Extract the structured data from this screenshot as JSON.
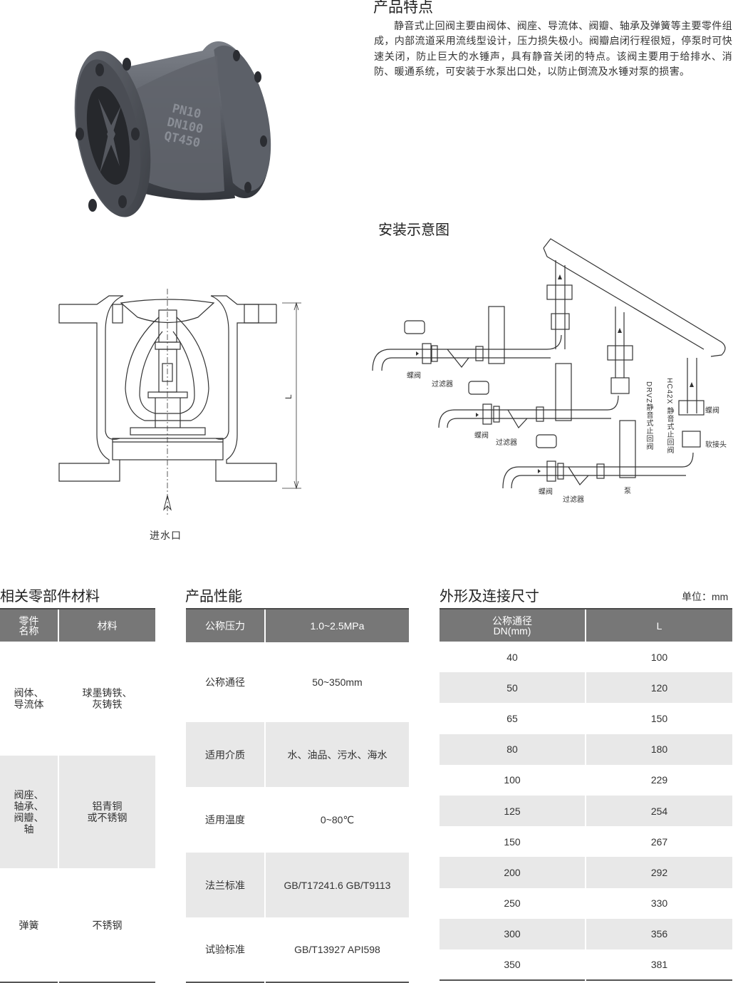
{
  "features": {
    "title": "产品特点",
    "body": "静音式止回阀主要由阀体、阀座、导流体、阀瓣、轴承及弹簧等主要零件组成，内部流道采用流线型设计，压力损失极小。阀瓣启闭行程很短，停泵时可快速关闭，防止巨大的水锤声，具有静音关闭的特点。该阀主要用于给排水、消防、暖通系统，可安装于水泵出口处，以防止倒流及水锤对泵的损害。"
  },
  "photo": {
    "body_marking_1": "PN10",
    "body_marking_2": "DN100",
    "body_marking_3": "QT450"
  },
  "section": {
    "dim_label": "L",
    "inlet_label": "进水口"
  },
  "install": {
    "title": "安装示意图",
    "labels": {
      "butterfly_1": "蝶阀",
      "strainer_1": "过滤器",
      "butterfly_2": "蝶阀",
      "strainer_2": "过滤器",
      "butterfly_3": "蝶阀",
      "strainer_3": "过滤器",
      "pump": "泵",
      "drvz": "DRVZ静音式止回阀",
      "hc42x": "HC42X 静音式止回阀",
      "butterfly_4": "蝶阀",
      "soft_joint": "软接头"
    }
  },
  "materials": {
    "title": "相关零部件材料",
    "headers": [
      "零件\n名称",
      "材料"
    ],
    "rows": [
      [
        "阀体、\n导流体",
        "球墨铸铁、\n灰铸铁"
      ],
      [
        "阀座、\n轴承、\n阀瓣、\n轴",
        "铝青铜\n或不锈钢"
      ],
      [
        "弹簧",
        "不锈钢"
      ]
    ]
  },
  "performance": {
    "title": "产品性能",
    "headers": [
      "公称压力",
      "1.0~2.5MPa"
    ],
    "rows": [
      [
        "公称通径",
        "50~350mm"
      ],
      [
        "适用介质",
        "水、油品、污水、海水"
      ],
      [
        "适用温度",
        "0~80℃"
      ],
      [
        "法兰标准",
        "GB/T17241.6 GB/T9113"
      ],
      [
        "试验标准",
        "GB/T13927 API598"
      ]
    ]
  },
  "dimensions": {
    "title": "外形及连接尺寸",
    "unit": "单位：mm",
    "headers": [
      "公称通径\nDN(mm)",
      "L"
    ],
    "rows": [
      [
        "40",
        "100"
      ],
      [
        "50",
        "120"
      ],
      [
        "65",
        "150"
      ],
      [
        "80",
        "180"
      ],
      [
        "100",
        "229"
      ],
      [
        "125",
        "254"
      ],
      [
        "150",
        "267"
      ],
      [
        "200",
        "292"
      ],
      [
        "250",
        "330"
      ],
      [
        "300",
        "356"
      ],
      [
        "350",
        "381"
      ]
    ]
  },
  "colors": {
    "header_bg": "#777777",
    "shade": "#e8e8e8",
    "valve_body": "#5d6068"
  }
}
